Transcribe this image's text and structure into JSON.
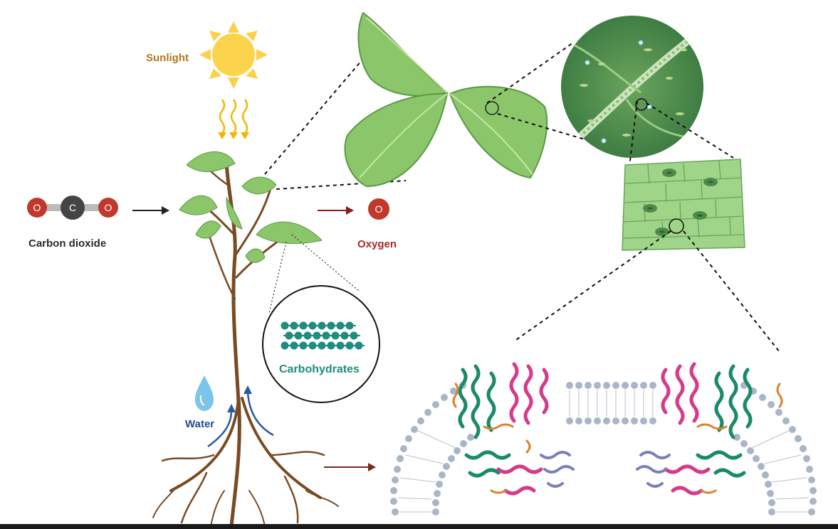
{
  "labels": {
    "sunlight": "Sunlight",
    "carbon_dioxide": "Carbon dioxide",
    "oxygen": "Oxygen",
    "carbohydrates": "Carbohydrates",
    "water": "Water"
  },
  "atoms": {
    "oxygen": "O",
    "carbon": "C"
  },
  "colors": {
    "sun": "#fbd34d",
    "sun_label": "#b07a1e",
    "leaf": "#8cc66a",
    "leaf_dark": "#5a9a45",
    "stem": "#7a4a22",
    "oxygen_atom": "#c0392b",
    "carbon_atom": "#444444",
    "carbohydrate": "#1e8c7e",
    "water": "#7cc4e8",
    "water_label": "#1f4d8c",
    "protein_pink": "#d63a8a",
    "protein_green": "#1a8a6a",
    "protein_orange": "#d9822b",
    "protein_lavender": "#7b7fb8",
    "membrane_head": "#a9b6c8"
  },
  "icons": [
    "sun-icon",
    "sunlight-rays-icon",
    "co2-molecule-icon",
    "oxygen-atom-icon",
    "water-drop-icon",
    "plant-icon",
    "leaf-icon",
    "leaf-magnified-circle",
    "cell-layer-icon",
    "carbohydrate-chain-icon",
    "membrane-protein-complex"
  ]
}
